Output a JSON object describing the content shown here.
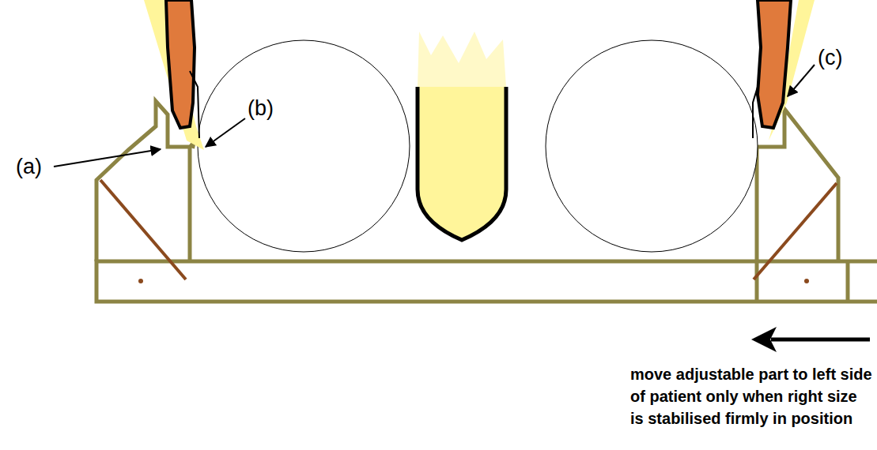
{
  "diagram": {
    "labels": [
      "(a)",
      "(b)",
      "(c)",
      "move adjustable part to left side of patient only when right size is stabilised firmly in position"
    ]
  }
}
